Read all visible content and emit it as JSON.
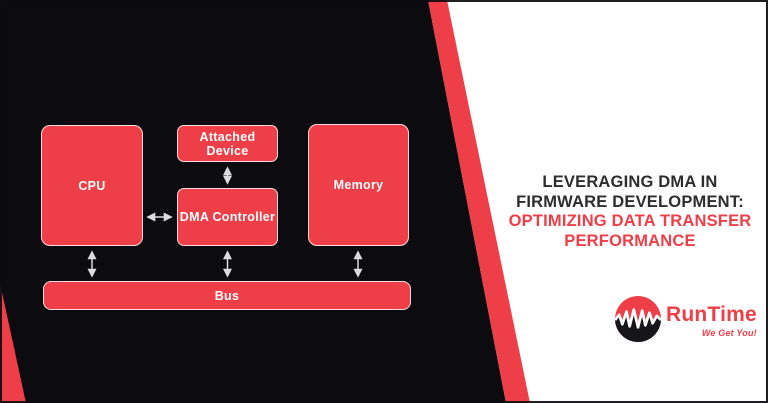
{
  "diagram": {
    "nodes": {
      "cpu": "CPU",
      "attached_device": "Attached Device",
      "dma_controller": "DMA Controller",
      "memory": "Memory",
      "bus": "Bus"
    },
    "connections": [
      "cpu-dma_controller",
      "attached_device-dma_controller",
      "cpu-bus",
      "dma_controller-bus",
      "memory-bus"
    ]
  },
  "headline": {
    "line1": "LEVERAGING DMA IN",
    "line2": "FIRMWARE DEVELOPMENT:",
    "line3": "OPTIMIZING DATA TRANSFER",
    "line4": "PERFORMANCE"
  },
  "logo": {
    "name": "RunTime",
    "tagline": "We Get You!",
    "icon": "waveform-circle-icon"
  },
  "colors": {
    "accent_red": "#ee3e47",
    "panel_black": "#0b0b10",
    "headline_dark": "#2d2d2d",
    "background_white": "#ffffff",
    "arrow_gray": "#dcdcdc"
  }
}
